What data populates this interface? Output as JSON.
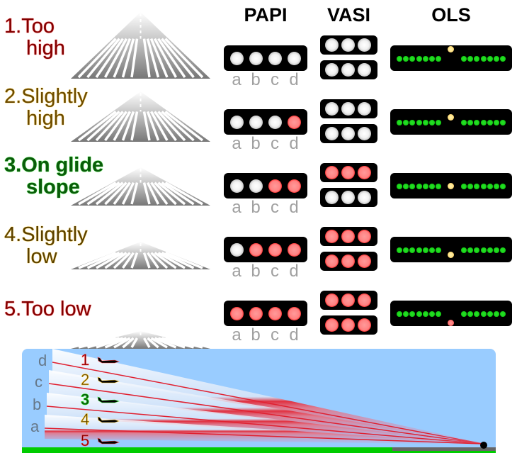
{
  "headers": {
    "papi": "PAPI",
    "vasi": "VASI",
    "ols": "OLS"
  },
  "colors": {
    "too_high": "#800000",
    "slightly_high": "#6b4a00",
    "on_slope": "#0a5c0a",
    "slightly_low": "#5a4000",
    "too_low": "#800000",
    "lamp_white": "#f2f2f2",
    "lamp_red": "#ff8080",
    "ols_green": "#22dd22",
    "ols_yellow": "#ffe080",
    "sky": "#99ccff",
    "ground": "#00cc00",
    "runway_side": "#666666"
  },
  "papi_letters": [
    "a",
    "b",
    "c",
    "d"
  ],
  "states": [
    {
      "num": "1.",
      "line1": "Too",
      "line2": "high",
      "papi": [
        "white",
        "white",
        "white",
        "white"
      ],
      "vasi_top": "white",
      "vasi_bottom": "white",
      "ols_ball": "above",
      "ols_color": "yellow"
    },
    {
      "num": "2.",
      "line1": "Slightly",
      "line2": "high",
      "papi": [
        "white",
        "white",
        "white",
        "red"
      ],
      "vasi_top": "white",
      "vasi_bottom": "white",
      "ols_ball": "slightly-above",
      "ols_color": "yellow"
    },
    {
      "num": "3.",
      "line1": "On glide",
      "line2": "slope",
      "papi": [
        "white",
        "white",
        "red",
        "red"
      ],
      "vasi_top": "red",
      "vasi_bottom": "white",
      "ols_ball": "level",
      "ols_color": "yellow"
    },
    {
      "num": "4.",
      "line1": "Slightly",
      "line2": "low",
      "papi": [
        "white",
        "red",
        "red",
        "red"
      ],
      "vasi_top": "red",
      "vasi_bottom": "red",
      "ols_ball": "slightly-below",
      "ols_color": "yellow"
    },
    {
      "num": "5.",
      "line1": "Too low",
      "line2": "",
      "papi": [
        "red",
        "red",
        "red",
        "red"
      ],
      "vasi_top": "red",
      "vasi_bottom": "red",
      "ols_ball": "below",
      "ols_color": "red"
    }
  ],
  "side_view": {
    "beam_labels": [
      "d",
      "c",
      "b",
      "a"
    ],
    "position_numbers": [
      "1",
      "2",
      "3",
      "4",
      "5"
    ]
  }
}
